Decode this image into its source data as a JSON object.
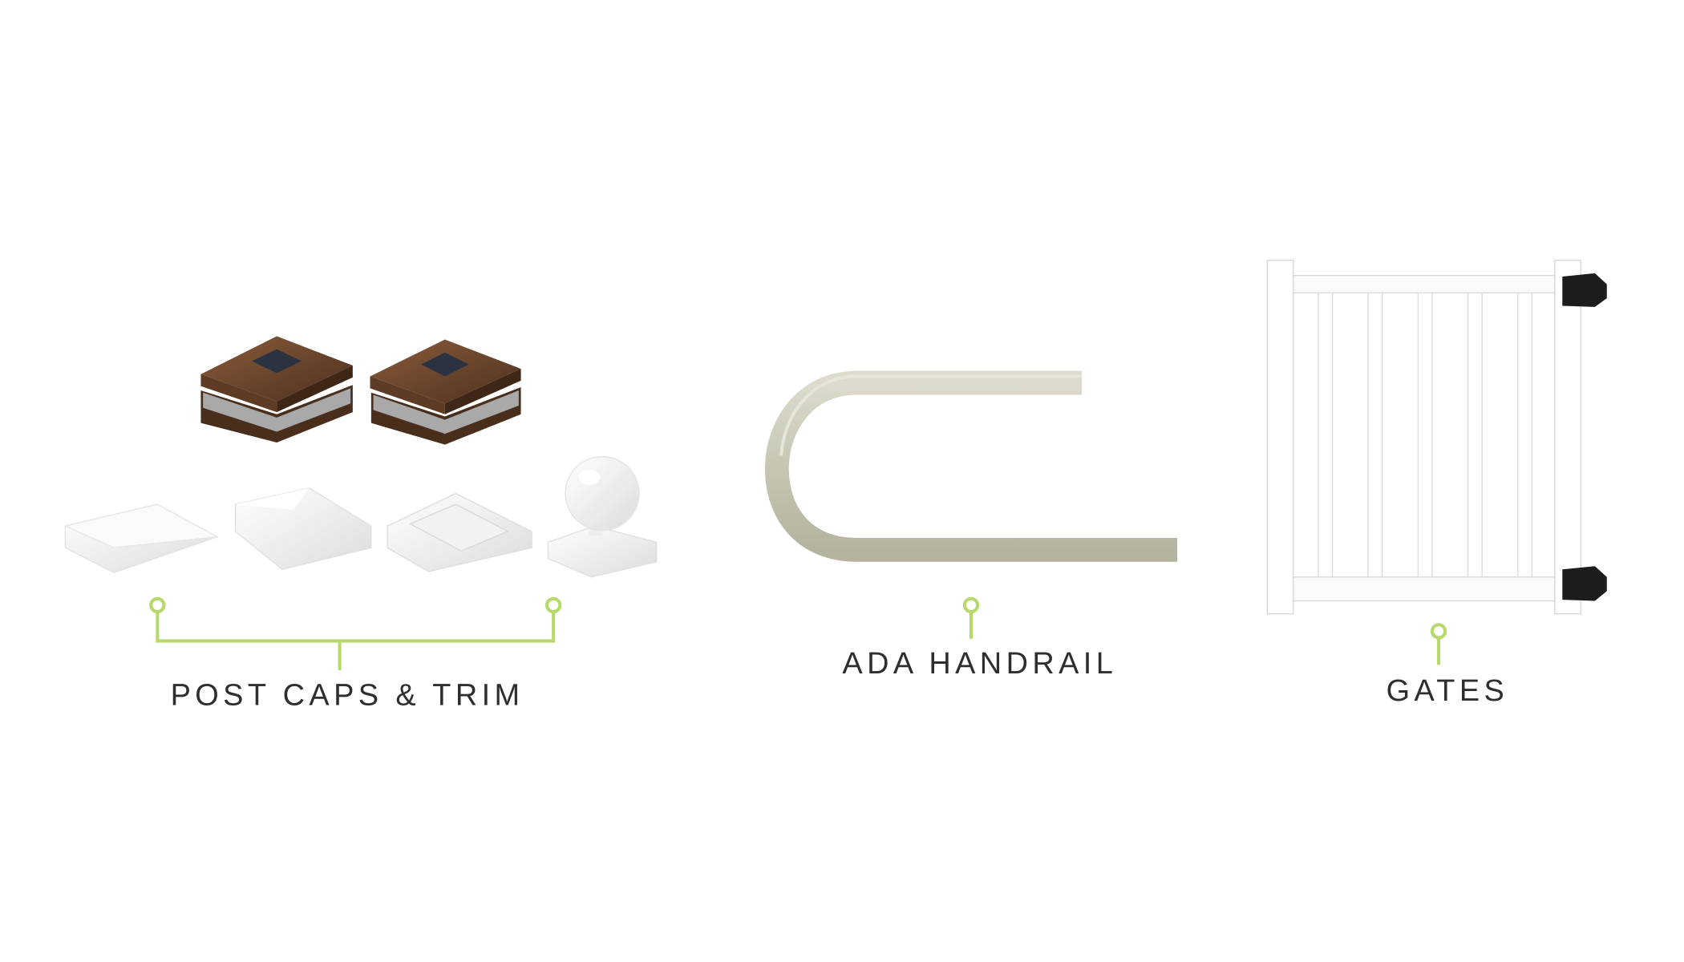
{
  "categories": [
    {
      "label": "POST CAPS & TRIM"
    },
    {
      "label": "ADA HANDRAIL"
    },
    {
      "label": "GATES"
    }
  ],
  "colors": {
    "accent": "#b7d86b",
    "text": "#2e2e2e",
    "handrail": "#c9c8b6",
    "cap_brown": "#6b4529"
  }
}
